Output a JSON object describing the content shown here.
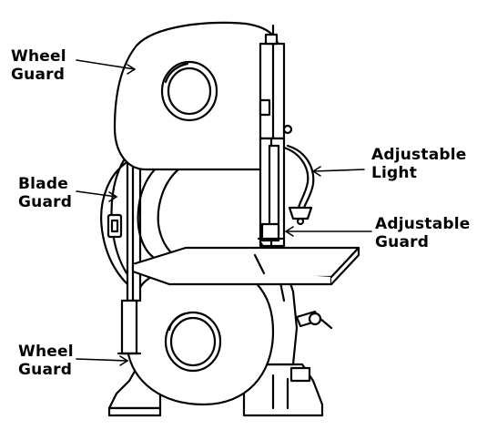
{
  "labels": {
    "wheel_guard_top": {
      "line1": "Wheel",
      "line2": "Guard"
    },
    "blade_guard": {
      "line1": "Blade",
      "line2": "Guard"
    },
    "adjustable_light": {
      "line1": "Adjustable",
      "line2": "Light"
    },
    "adjustable_guard": {
      "line1": "Adjustable",
      "line2": "Guard"
    },
    "wheel_guard_bottom": {
      "line1": "Wheel",
      "line2": "Guard"
    }
  },
  "colors": {
    "ink": "#000000",
    "paper": "#ffffff"
  }
}
